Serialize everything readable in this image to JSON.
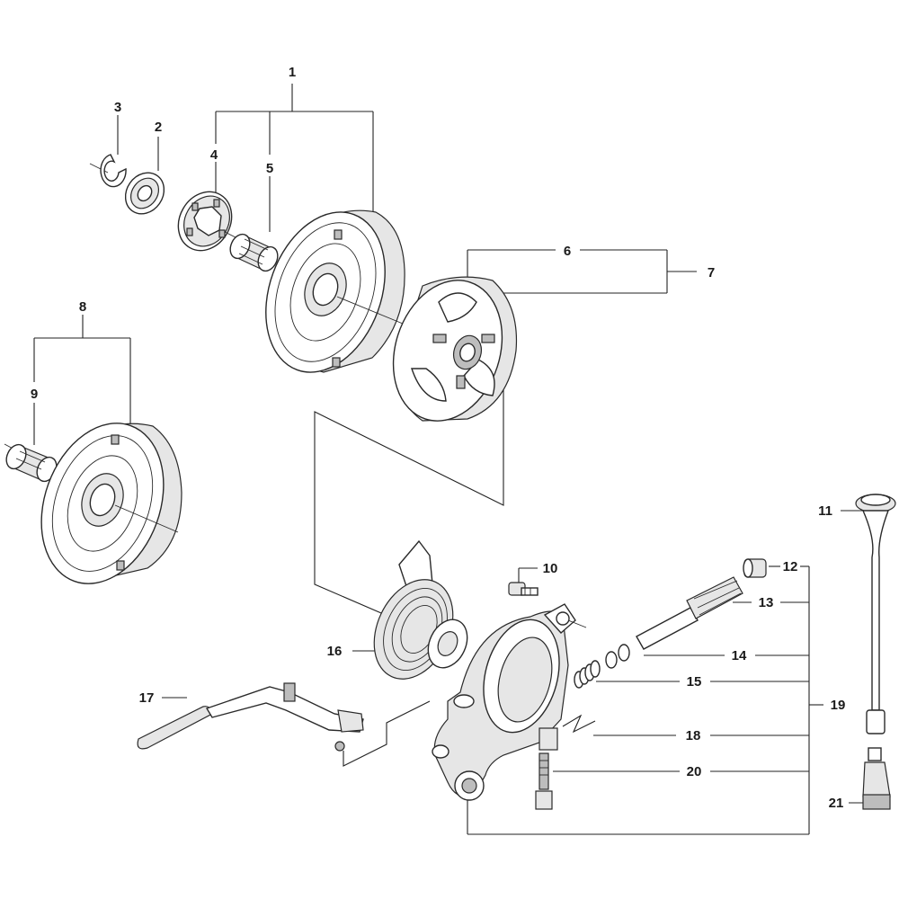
{
  "labels": {
    "p1": "1",
    "p2": "2",
    "p3": "3",
    "p4": "4",
    "p5": "5",
    "p6": "6",
    "p7": "7",
    "p8": "8",
    "p9": "9",
    "p10": "10",
    "p11": "11",
    "p12": "12",
    "p13": "13",
    "p14": "14",
    "p15": "15",
    "p16": "16",
    "p17": "17",
    "p18": "18",
    "p19": "19",
    "p20": "20",
    "p21": "21"
  }
}
